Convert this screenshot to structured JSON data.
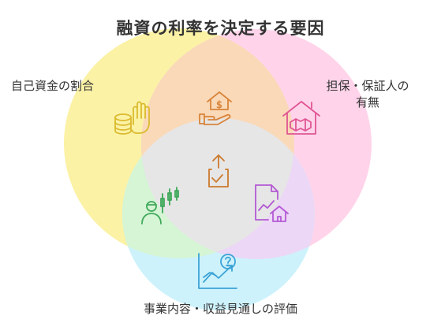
{
  "title": "融資の利率を決定する要因",
  "circles": {
    "capital": {
      "label": "自己資金の割合",
      "color": "#fbf2a6",
      "icon": "coins-hand-icon",
      "icon_color": "#dbba2e"
    },
    "collateral": {
      "label_line1": "担保・保証人の",
      "label_line2": "有無",
      "color": "#ffd4ea",
      "icon": "handshake-house-icon",
      "icon_color": "#e05593"
    },
    "business": {
      "label": "事業内容・収益見通しの評価",
      "color": "#cdf2fc",
      "icon": "chart-question-icon",
      "icon_color": "#3ba3d6"
    }
  },
  "intersections": {
    "capital_collateral": {
      "color": "#fad9b8",
      "icon": "house-money-hand-icon",
      "icon_color": "#d8843a"
    },
    "capital_business": {
      "color": "#d5f5d5",
      "icon": "person-candlestick-icon",
      "icon_color": "#3fa85a"
    },
    "collateral_business": {
      "color": "#ecd7f6",
      "icon": "document-house-icon",
      "icon_color": "#b35ad4"
    },
    "center": {
      "color": "#e6e6e6",
      "icon": "clipboard-upload-icon",
      "icon_color": "#cc7a2e"
    }
  }
}
